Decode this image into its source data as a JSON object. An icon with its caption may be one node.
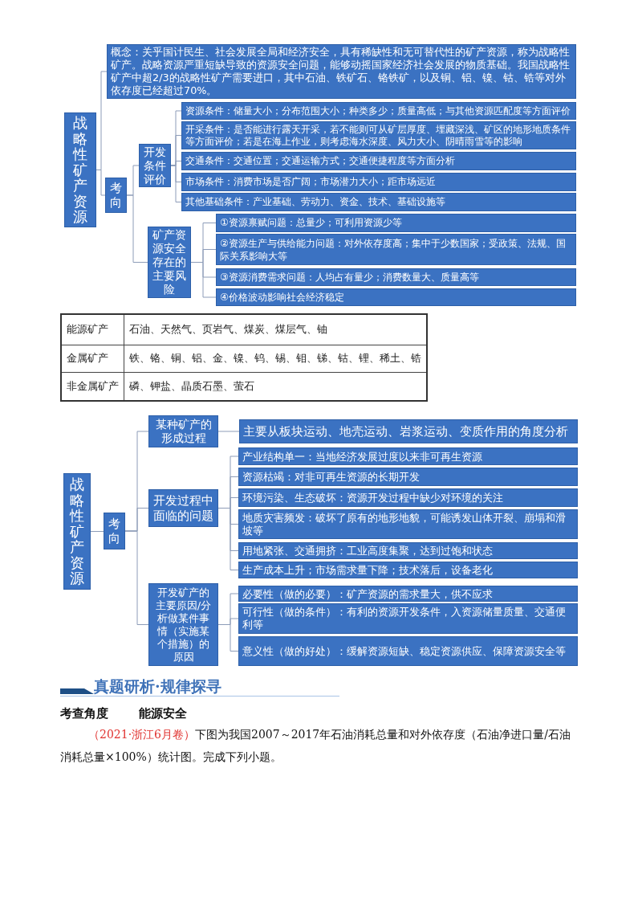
{
  "diagram": {
    "nodes": [
      {
        "text": [
          "战略性矿产资源"
        ]
      },
      {
        "text": [
          "概念：关乎国计民生、社会发展全局和经济安全，具有稀缺性和无可替代性的矿产资源，称为战略性矿产。战略资源严重短缺导致的资源安全问题，能够动摇国家经济社会发展的物质基础。我国战略性矿产中超2/3的战略性矿产需要进口，其中石油、铁矿石、铬铁矿，以及铜、铝、镍、钴、锆等对外依存度已经超过70%。"
        ]
      },
      {
        "text": [
          "考向"
        ]
      },
      {
        "text": [
          "开发条件评价"
        ]
      },
      {
        "text": [
          "资源条件：储量大小；分布范围大小；种类多少；质量高低；与其他资源匹配度等方面评价"
        ]
      },
      {
        "text": [
          "开采条件：是否能进行露天开采，若不能则可从矿层厚度、埋藏深浅、矿区的地形地质条件等方面评价；若是在海上作业，则考虑海水深度、风力大小、阴晴雨雪等的影响"
        ]
      },
      {
        "text": [
          "交通条件：交通位置；交通运输方式；交通便捷程度等方面分析"
        ]
      },
      {
        "text": [
          "市场条件：消费市场是否广阔；市场潜力大小；距市场远近"
        ]
      },
      {
        "text": [
          "其他基础条件：产业基础、劳动力、资金、技术、基础设施等"
        ]
      },
      {
        "text": [
          "矿产资源安全存在的主要风险"
        ]
      },
      {
        "text": [
          "①资源禀赋问题：总量少；可利用资源少等"
        ]
      },
      {
        "text": [
          "②资源生产与供给能力问题：对外依存度高；集中于少数国家；受政策、法规、国际关系影响大等"
        ]
      },
      {
        "text": [
          "③资源消费需求问题：人均占有量少；消费数量大、质量高等"
        ]
      },
      {
        "text": [
          "④价格波动影响社会经济稳定"
        ]
      },
      {
        "text": [
          "战略性矿产资源"
        ]
      },
      {
        "text": [
          "考向"
        ]
      },
      {
        "text": [
          "某种矿产的形成过程"
        ]
      },
      {
        "text": [
          "主要从板块运动、地壳运动、岩浆运动、变质作用的角度分析"
        ]
      },
      {
        "text": [
          "开发过程中面临的问题"
        ]
      },
      {
        "text": [
          "产业结构单一：当地经济发展过度以来非可再生资源"
        ]
      },
      {
        "text": [
          "资源枯竭：对非可再生资源的长期开发"
        ]
      },
      {
        "text": [
          "环境污染、生态破坏：资源开发过程中缺少对环境的关注"
        ]
      },
      {
        "text": [
          "地质灾害频发：破坏了原有的地形地貌，可能诱发山体开裂、崩塌和滑坡等"
        ]
      },
      {
        "text": [
          "用地紧张、交通拥挤：工业高度集聚，达到过饱和状态"
        ]
      },
      {
        "text": [
          "生产成本上升；市场需求量下降；技术落后，设备老化"
        ]
      },
      {
        "text": [
          "开发矿产的主要原因/分析做某件事情（实施某个措施）的原因"
        ]
      },
      {
        "text": [
          "必要性（做的必要）：矿产资源的需求量大，供不应求"
        ]
      },
      {
        "text": [
          "可行性（做的条件）：有利的资源开发条件，入资源储量质量、交通便利等"
        ]
      },
      {
        "text": [
          "意义性（做的好处）：缓解资源短缺、稳定资源供应、保障资源安全等"
        ]
      }
    ],
    "edges": [
      {
        "from": 0,
        "to": 1,
        "arrow": "none"
      },
      {
        "from": 0,
        "to": 2,
        "arrow": "none"
      },
      {
        "from": 2,
        "to": 3,
        "arrow": "none"
      },
      {
        "from": 3,
        "to": 4,
        "arrow": "none"
      },
      {
        "from": 3,
        "to": 5,
        "arrow": "none"
      },
      {
        "from": 3,
        "to": 6,
        "arrow": "none"
      },
      {
        "from": 3,
        "to": 7,
        "arrow": "none"
      },
      {
        "from": 3,
        "to": 8,
        "arrow": "none"
      },
      {
        "from": 2,
        "to": 9,
        "arrow": "none"
      },
      {
        "from": 9,
        "to": 10,
        "arrow": "none"
      },
      {
        "from": 9,
        "to": 11,
        "arrow": "none"
      },
      {
        "from": 9,
        "to": 12,
        "arrow": "none"
      },
      {
        "from": 9,
        "to": 13,
        "arrow": "none"
      },
      {
        "from": 14,
        "to": 15,
        "arrow": "none"
      },
      {
        "from": 15,
        "to": 16,
        "arrow": "none"
      },
      {
        "from": 16,
        "to": 17,
        "arrow": "none"
      },
      {
        "from": 15,
        "to": 18,
        "arrow": "none"
      },
      {
        "from": 18,
        "to": 19,
        "arrow": "none"
      },
      {
        "from": 18,
        "to": 20,
        "arrow": "none"
      },
      {
        "from": 18,
        "to": 21,
        "arrow": "none"
      },
      {
        "from": 18,
        "to": 22,
        "arrow": "none"
      },
      {
        "from": 18,
        "to": 23,
        "arrow": "none"
      },
      {
        "from": 18,
        "to": 24,
        "arrow": "none"
      },
      {
        "from": 15,
        "to": 25,
        "arrow": "none"
      },
      {
        "from": 25,
        "to": 26,
        "arrow": "none"
      },
      {
        "from": 25,
        "to": 27,
        "arrow": "none"
      },
      {
        "from": 25,
        "to": 28,
        "arrow": "none"
      }
    ],
    "labels": [
      "能源矿产",
      "石油、天然气、页岩气、煤炭、煤层气、铀",
      "金属矿产",
      "铁、铬、铜、铝、金、镍、钨、锡、钼、锑、钴、锂、稀土、锆",
      "非金属矿产",
      "磷、钾盐、晶质石墨、萤石",
      "真题研析·规律探寻",
      "考查角度",
      "能源安全",
      "（2021·浙江6月卷）",
      "下图为我国2007～2017年石油消耗总量和对外依存度（石油净进口量/石油消耗总量×100%）统计图。完成下列小题。"
    ]
  }
}
